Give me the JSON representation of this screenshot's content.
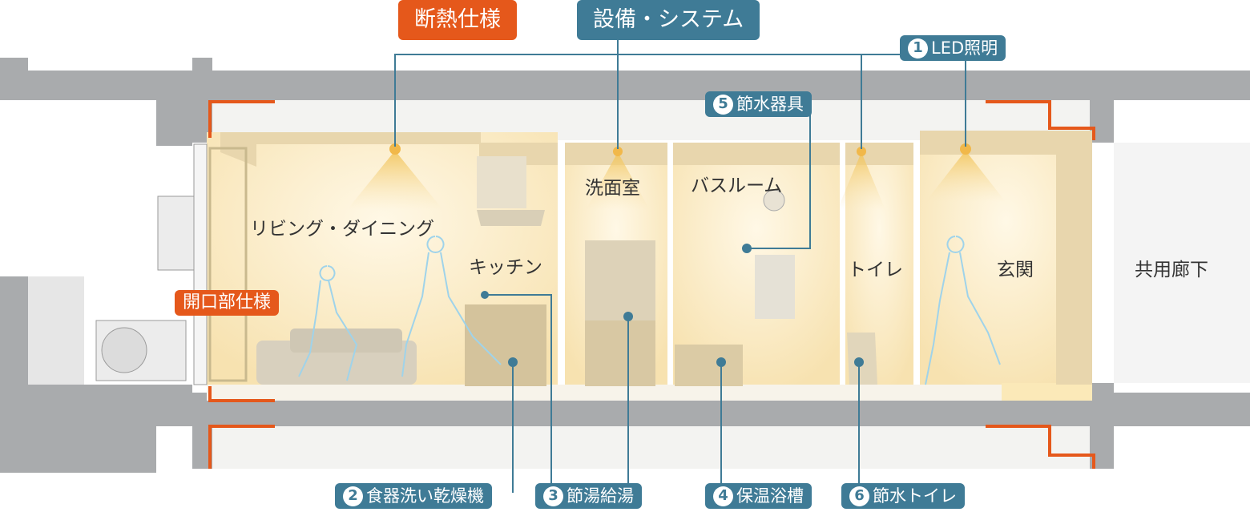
{
  "headers": {
    "insulation": "断熱仕様",
    "equipment": "設備・システム"
  },
  "opening_label": "開口部仕様",
  "rooms": {
    "living": "リビング・ダイニング",
    "kitchen": "キッチン",
    "washroom": "洗面室",
    "bathroom": "バスルーム",
    "toilet": "トイレ",
    "entrance": "玄関",
    "corridor": "共用廊下"
  },
  "features": [
    {
      "num": "1",
      "label": "LED照明"
    },
    {
      "num": "2",
      "label": "食器洗い乾燥機"
    },
    {
      "num": "3",
      "label": "節湯給湯"
    },
    {
      "num": "4",
      "label": "保温浴槽"
    },
    {
      "num": "5",
      "label": "節水器具"
    },
    {
      "num": "6",
      "label": "節水トイレ"
    }
  ],
  "colors": {
    "accent_blue": "#3f7b96",
    "accent_orange": "#e5581b",
    "concrete": "#a9abad",
    "warm_light": "#fbe9b8"
  }
}
